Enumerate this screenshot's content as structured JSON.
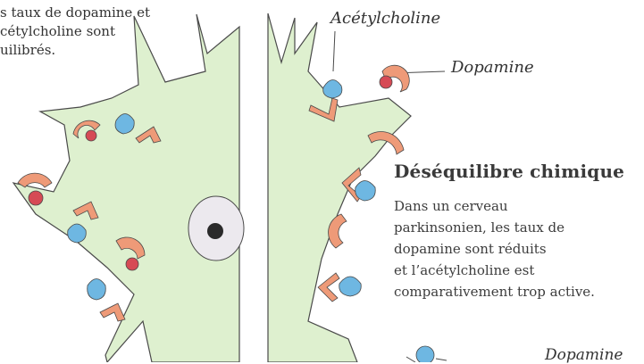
{
  "intro": {
    "lines": [
      "s taux de dopamine et",
      "cétylcholine sont",
      "uilibrés."
    ]
  },
  "labels": {
    "acetylcholine": "Acétylcholine",
    "dopamine": "Dopamine",
    "dopamine_bottom": "Dopamine"
  },
  "caption": {
    "heading": "Déséquilibre chimique",
    "lines": [
      "Dans un cerveau",
      "parkinsonien, les taux de",
      "dopamine sont réduits",
      "et l’acétylcholine est",
      "comparativement trop active."
    ]
  },
  "colors": {
    "neuron_fill": "#def0cf",
    "outline": "#4a4a4a",
    "dopamine_red": "#d64a55",
    "receptor_orange": "#ee9a78",
    "acetylcholine_blue": "#6eb7e2",
    "nucleus": "#ece9ee"
  }
}
